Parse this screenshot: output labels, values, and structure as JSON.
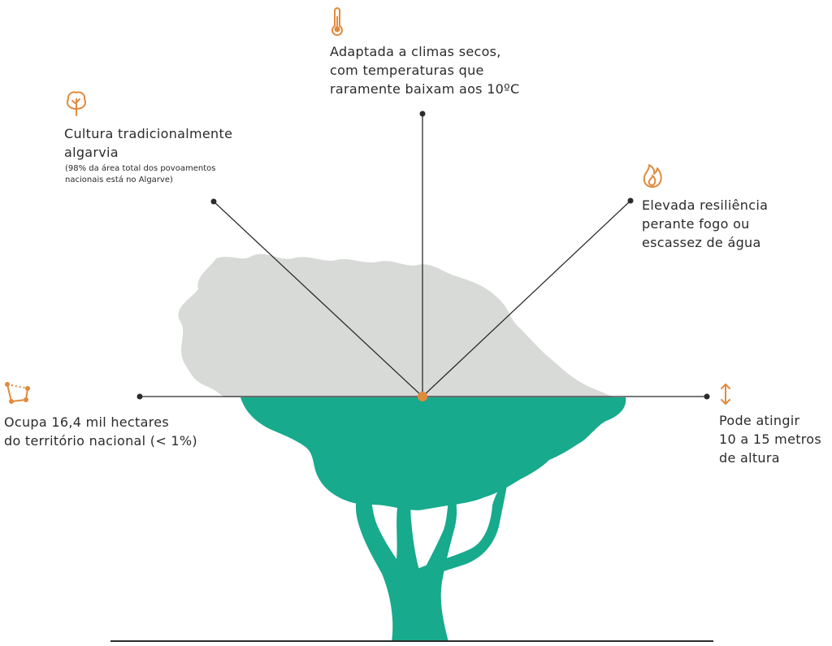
{
  "colors": {
    "accent": "#e08a3e",
    "canopy_top": "#d8dad8",
    "canopy_bottom": "#17aa8c",
    "line": "#2b2b2b"
  },
  "labels": {
    "climate": {
      "icon": "thermometer-icon",
      "lines": [
        "Adaptada a climas secos,",
        "com temperaturas que",
        "raramente baixam aos 10ºC"
      ]
    },
    "tradition": {
      "icon": "tree-icon",
      "lines": [
        "Cultura tradicionalmente",
        "algarvia"
      ],
      "note_lines": [
        "(98% da área total dos povoamentos",
        "nacionais está no Algarve)"
      ]
    },
    "resilience": {
      "icon": "flame-icon",
      "lines": [
        "Elevada resiliência",
        "perante fogo ou",
        "escassez de água"
      ]
    },
    "area": {
      "icon": "polygon-area-icon",
      "lines": [
        "Ocupa 16,4 mil hectares",
        "do território nacional (< 1%)"
      ]
    },
    "height": {
      "icon": "vertical-arrows-icon",
      "lines": [
        "Pode atingir",
        "10 a 15 metros",
        "de altura"
      ]
    }
  }
}
